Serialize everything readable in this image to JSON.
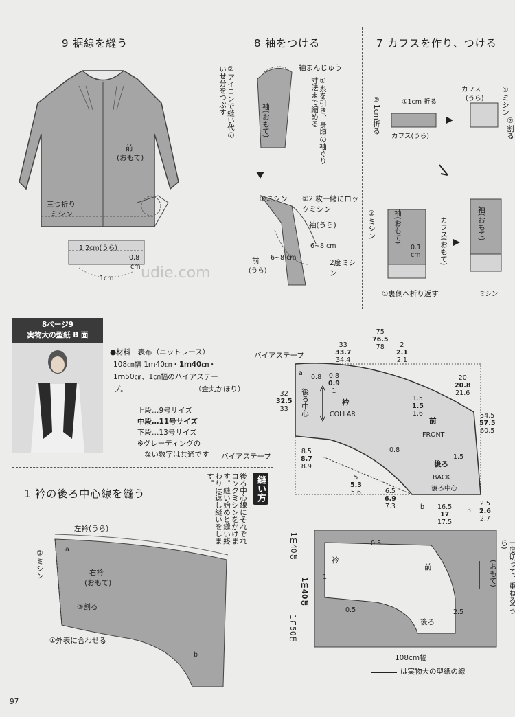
{
  "sections": {
    "hem": {
      "title": "9 裾線を縫う",
      "front": "前",
      "front_sub": "(おもて)",
      "triple_fold": "三つ折り",
      "machine": "ミシン",
      "w1": "1.2cm",
      "w1_sub": "(うら)",
      "w2": "0.8",
      "w2_unit": "cm",
      "w3": "1cm"
    },
    "sleeve": {
      "title": "8 袖をつける",
      "sleeve_cap": "袖まんじゅう",
      "iron_note": "②アイロンで縫い代のいせ分をつぶす",
      "gather_note": "①糸を引き、身頃の袖ぐり寸法まで縮める",
      "sleeve_label": "袖(おもて)",
      "machine1": "①ミシン",
      "lock": "②2 枚一緒にロックミシン",
      "sleeve_back": "袖(うら)",
      "front": "前",
      "front_sub": "(うら)",
      "range1": "6~8 cm",
      "range2": "6~8 cm",
      "double_stitch": "2度ミシン"
    },
    "cuff": {
      "title": "7 カフスを作り、つける",
      "cuff_label": "カフス",
      "cuff_back": "(うら)",
      "fold1": "①1cm 折る",
      "fold2": "②1cm折る",
      "cuff_back_full": "カフス(うら)",
      "machine_side": "①ミシン",
      "split": "②割る",
      "sleeve_label": "袖(おもて)",
      "machine2": "②ミシン",
      "cuff_front": "カフス(おもて)",
      "dim": "0.1 cm",
      "fold_back": "①裏側へ折り返す",
      "machine3": "ミシン",
      "side_cut": "袖(おもて)"
    }
  },
  "pattern_info": {
    "page_ref": "8ページ9",
    "sheet": "実物大の型紙 B 面",
    "materials": "●材料　表布（ニットレース）",
    "mat_line1": "108㎝幅 1ｍ40㎝・",
    "mat_line1_bold": "1ｍ40㎝",
    "mat_line2": "1ｍ50㎝、1㎝幅のバイアステー",
    "mat_line3": "プ。",
    "author": "（金丸かほり）",
    "size_upper": "上段…9号サイズ",
    "size_middle": "中段…11号サイズ",
    "size_lower": "下段…13号サイズ",
    "note1": "※グレーディングの",
    "note2": "ない数字は共通です"
  },
  "collar_step": {
    "title": "1 衿の後ろ中心線を縫う",
    "left_collar": "左衿(うら)",
    "machine": "②ミシン",
    "right_collar": "右衿",
    "right_collar_sub": "(おもて)",
    "split": "③割る",
    "align": "①外表に合わせる",
    "label_a": "a",
    "label_b": "b",
    "tag": "縫い方",
    "instructions": "後ろ中心線にそれぞれロックミシンをかけます。縫い始めと縫い終わりは返し縫いをします。"
  },
  "draft": {
    "bias1": "バイアステープ",
    "bias2": "バイアステープ",
    "top": [
      "75",
      "76.5",
      "78"
    ],
    "top2": [
      "33",
      "33.7",
      "34.4"
    ],
    "top3": [
      "2",
      "2.1",
      "2.1"
    ],
    "left": [
      "32",
      "32.5",
      "33"
    ],
    "right1": [
      "20",
      "20.8",
      "21.6"
    ],
    "right2": [
      "54.5",
      "57.5",
      "60.5"
    ],
    "collar": "衿",
    "collar_en": "COLLAR",
    "back_center": "後ろ中心",
    "front": "前",
    "front_en": "FRONT",
    "back": "後ろ",
    "back_en": "BACK",
    "back_center2": "後ろ中心",
    "a08": "0.8",
    "v08": [
      "0.8",
      "0.9",
      "1"
    ],
    "v15": [
      "1.5",
      "1.5",
      "1.6"
    ],
    "v15b": "1.5",
    "v85": [
      "8.5",
      "8.7",
      "8.9"
    ],
    "v08b": "0.8",
    "v53": [
      "5",
      "5.3",
      "5.6"
    ],
    "v65": [
      "6.5",
      "6.9",
      "7.3"
    ],
    "v165": [
      "16.5",
      "17",
      "17.5"
    ],
    "v3": "3",
    "v25": [
      "2.5",
      "2.6",
      "2.7"
    ],
    "lbl_a": "a",
    "lbl_b": "b"
  },
  "layout": {
    "left_dims": [
      "1ｍ40㎝",
      "1ｍ40㎝",
      "1ｍ50㎝"
    ],
    "v05a": "0.5",
    "v1": "1",
    "v05b": "0.5",
    "v25": "2.5",
    "collar": "衿",
    "front": "前",
    "back": "後ろ",
    "omote": "(おもて)",
    "fold_note": "一度切って、重ねる(うら)",
    "width": "108cm幅",
    "legend": "は実物大の型紙の線"
  },
  "footer": {
    "page_number": "97",
    "watermark": "udie.com"
  }
}
